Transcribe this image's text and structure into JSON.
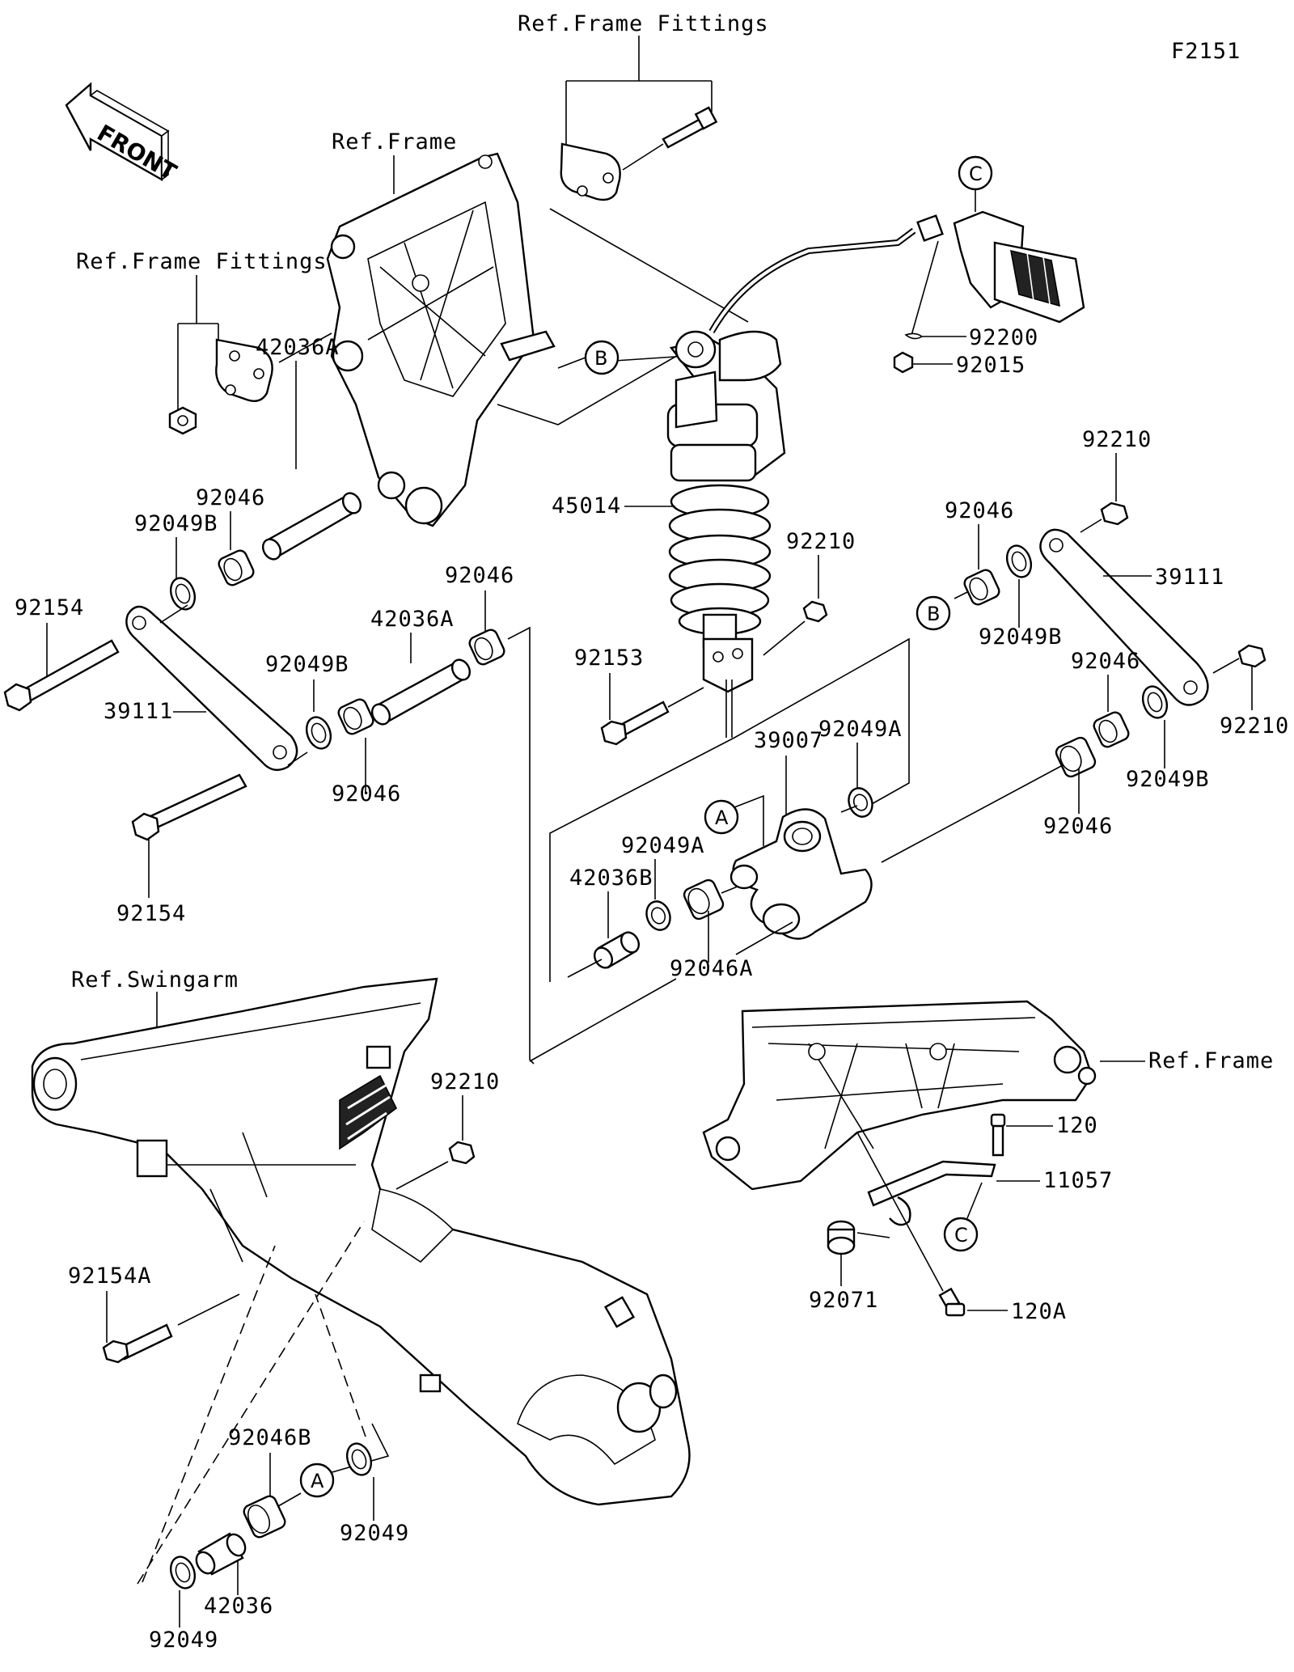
{
  "figure_id": "F2151",
  "front_label": "FRONT",
  "refs": {
    "frame_fittings_top": "Ref.Frame Fittings",
    "frame_top": "Ref.Frame",
    "frame_fittings_left": "Ref.Frame Fittings",
    "swingarm": "Ref.Swingarm",
    "frame_right": "Ref.Frame"
  },
  "markers": {
    "a": "A",
    "b": "B",
    "c": "C"
  },
  "parts": {
    "p92200": "92200",
    "p92015": "92015",
    "p92210_a": "92210",
    "p92210_b": "92210",
    "p92210_c": "92210",
    "p92210_d": "92210",
    "p45014": "45014",
    "p42036A_a": "42036A",
    "p42036A_b": "42036A",
    "p92046_a": "92046",
    "p92046_b": "92046",
    "p92046_c": "92046",
    "p92046_d": "92046",
    "p92046_e": "92046",
    "p92046_f": "92046",
    "p92049B_a": "92049B",
    "p92049B_b": "92049B",
    "p92049B_c": "92049B",
    "p92049B_d": "92049B",
    "p92154_a": "92154",
    "p92154_b": "92154",
    "p39111_a": "39111",
    "p39111_b": "39111",
    "p92153": "92153",
    "p92049A_a": "92049A",
    "p92049A_b": "92049A",
    "p39007": "39007",
    "p42036B": "42036B",
    "p92046A": "92046A",
    "p92154A": "92154A",
    "p92046B": "92046B",
    "p92049_a": "92049",
    "p92049_b": "92049",
    "p42036": "42036",
    "p120": "120",
    "p11057": "11057",
    "p92071": "92071",
    "p120A": "120A"
  }
}
